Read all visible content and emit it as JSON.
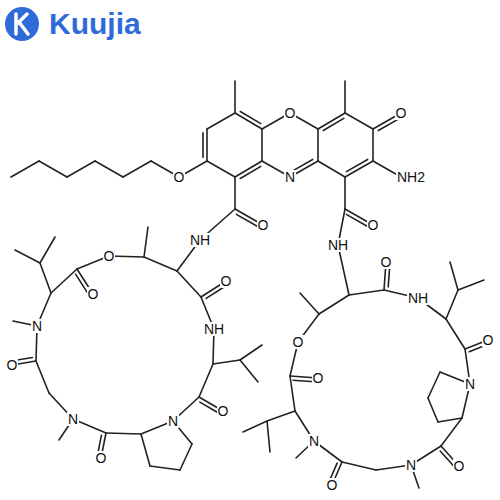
{
  "diagram": {
    "labels": [
      "Kuujia",
      "O",
      "N",
      "O",
      "NH2",
      "O",
      "O",
      "NH",
      "O",
      "NH",
      "O",
      "O",
      "N",
      "O",
      "N",
      "O",
      "N",
      "O",
      "NH",
      "O",
      "O",
      "NH",
      "O",
      "N",
      "O",
      "N",
      "O",
      "N",
      "O",
      "O"
    ]
  }
}
